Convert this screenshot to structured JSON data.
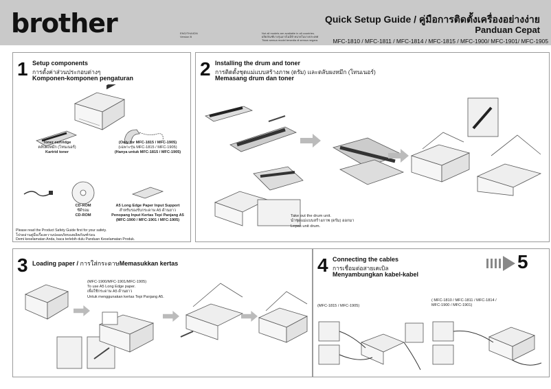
{
  "header": {
    "logo": "brother",
    "doc_code": "ENG/THA/IDN",
    "doc_version": "Version B",
    "notice_en": "Not all models are available in all countries.",
    "notice_th": "ผลิตภัณฑ์บางรุ่นอาจไม่มีจำหน่ายในบางประเทศ",
    "notice_id": "Tidak semua model tersedia di semua negara.",
    "title": "Quick Setup Guide / คู่มือการติดตั้งเครื่องอย่างง่าย",
    "subtitle": "Panduan Cepat",
    "models": "MFC-1810 / MFC-1811 / MFC-1814 / MFC-1815 / MFC-1900/ MFC-1901/ MFC-1905"
  },
  "step1": {
    "number": "1",
    "title_en": "Setup components",
    "title_th": "การตั้งค่าส่วนประกอบต่างๆ",
    "title_id": "Komponen-komponen pengaturan",
    "toner": [
      "Toner cartridge",
      "ตลับผงหมึก (โทนเนอร์)",
      "Kartrid toner"
    ],
    "handset": [
      "(Only for MFC-1815 / MFC-1905)",
      "(เฉพาะรุ่น MFC-1815 / MFC-1905)",
      "(Hanya untuk MFC-1815 / MFC-1905)"
    ],
    "cdrom": [
      "CD-ROM",
      "ซีดีรอม",
      "CD-ROM"
    ],
    "support": [
      "A5 Long Edge Paper Input Support",
      "สำหรับรองรับกระดาษ A5 ด้านยาว",
      "Penopang Input Kertas Tepi Panjang A5",
      "(MFC-1900 / MFC-1901 / MFC-1905)"
    ],
    "safety": [
      "Please read the Product Safety Guide first for your safety.",
      "โปรดอ่านคู่มือเรื่องความปลอดภัยของผลิตภัณฑ์ก่อน",
      "Demi keselamatan Anda, baca terlebih dulu Panduan Keselamatan Produk."
    ]
  },
  "step2": {
    "number": "2",
    "title_en": "Installing the drum and toner",
    "title_th": "การติดตั้งชุดแม่แบบสร้างภาพ (ดรัม) และตลับผงหมึก (โทนเนอร์)",
    "title_id": "Memasang drum dan toner",
    "note": [
      "Take out the drum unit.",
      "นำชุดแม่แบบสร้างภาพ (ดรัม) ออกมา",
      "Lepas unit drum."
    ]
  },
  "step3": {
    "number": "3",
    "title_en": "Loading paper / ",
    "title_th": "การใส่กระดาษ",
    "title_id": "Memasukkan kertas",
    "note": [
      "(MFC-1900/MFC-1901/MFC-1905)",
      "To use A5 Long Edge paper.",
      "เพื่อใช้กระดาษ A5 ด้านยาว",
      "Untuk menggunakan kertas Tepi Panjang A5."
    ]
  },
  "step4": {
    "number": "4",
    "title_en": "Connecting the cables",
    "title_th": "การเชื่อมต่อสายเคเบิล",
    "title_id": "Menyambungkan kabel-kabel",
    "left_models": "(MFC-1815 / MFC-1905)",
    "right_models": [
      "( MFC-1810 / MFC-1811 / MFC-1814 /",
      "MFC-1900 / MFC-1901)"
    ]
  },
  "next_step": "5"
}
